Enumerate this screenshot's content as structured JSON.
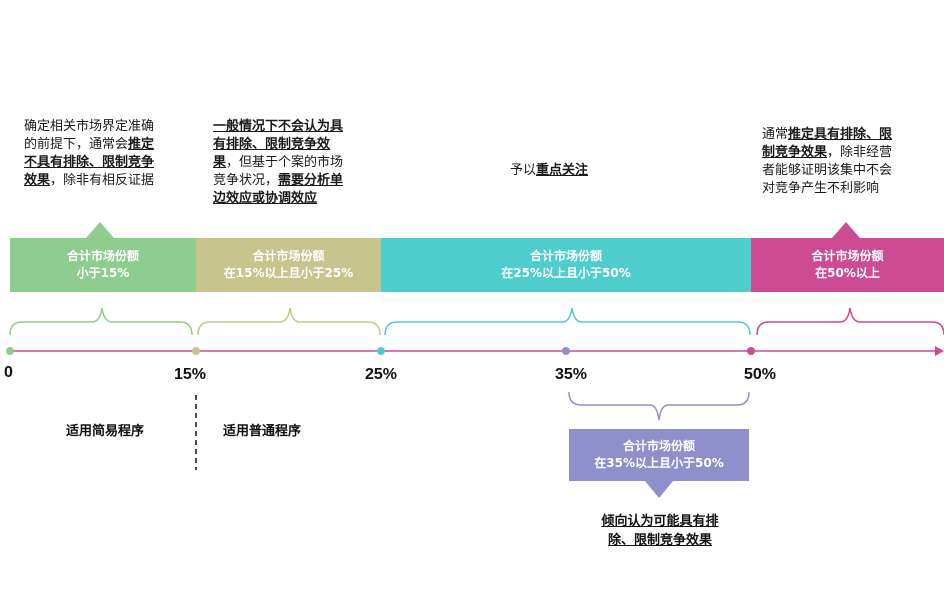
{
  "colors": {
    "green": "#8fcc8f",
    "olive": "#c8c48d",
    "teal": "#4fcdcd",
    "magenta": "#cc4b92",
    "purple": "#8e8fcb",
    "axis": "#cc4b92"
  },
  "segments": [
    {
      "title": "合计市场份额",
      "range": "小于15%",
      "desc": [
        {
          "t": "确定相关市场界定准确",
          "b": ""
        },
        {
          "t": "的前提下，通常会",
          "b": "推定"
        },
        {
          "t": "",
          "b": "不具有排除、限制竞争"
        },
        {
          "t": "",
          "b": "效果",
          "t2": "，除非有相反证据"
        }
      ]
    },
    {
      "title": "合计市场份额",
      "range": "在15%以上且小于25%",
      "desc": [
        {
          "t": "",
          "b": "一般情况下不会认为具"
        },
        {
          "t": "",
          "b": "有排除、限制竞争效"
        },
        {
          "t": "",
          "b": "果",
          "t2": "，但基于个案的市场"
        },
        {
          "t": "竞争状况，",
          "b": "需要分析单"
        },
        {
          "t": "",
          "b": "边效应或协调效应"
        }
      ]
    },
    {
      "title": "合计市场份额",
      "range": "在25%以上且小于50%",
      "desc": [
        {
          "t": "予以",
          "b": "重点关注"
        }
      ]
    },
    {
      "title": "合计市场份额",
      "range": "在50%以上",
      "desc": [
        {
          "t": "通常",
          "b": "推定具有排除、限"
        },
        {
          "t": "",
          "b": "制竞争效果",
          "t2": "，除非经营"
        },
        {
          "t": "者能够证明该集中不会",
          "b": ""
        },
        {
          "t": "对竞争产生不利影响",
          "b": ""
        }
      ]
    }
  ],
  "ticks": [
    "0",
    "15%",
    "25%",
    "35%",
    "50%"
  ],
  "procedures": {
    "simple": "适用简易程序",
    "normal": "适用普通程序"
  },
  "sub_range": {
    "title": "合计市场份额",
    "range": "在35%以上且小于50%",
    "note": [
      "倾向认为可能具有排",
      "除、限制竞争效果"
    ]
  }
}
